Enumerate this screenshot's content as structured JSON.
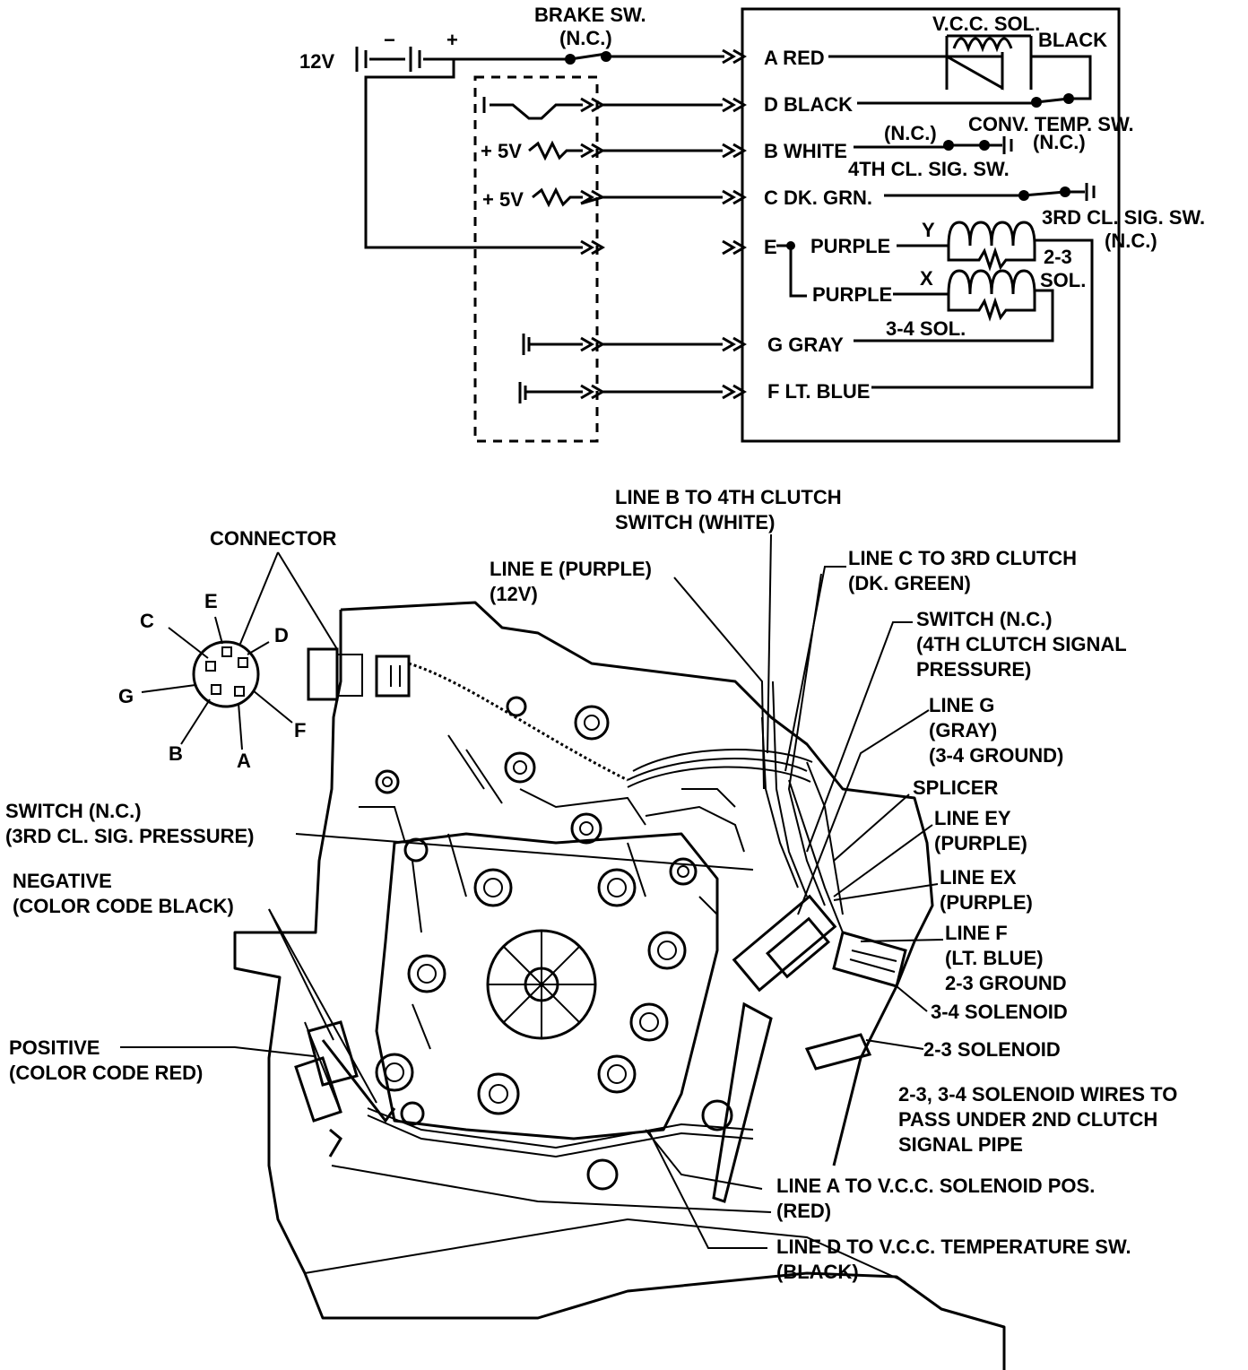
{
  "schematic": {
    "battery_label": "12V",
    "battery_neg": "−",
    "battery_pos": "+",
    "brake_switch": "BRAKE SW.",
    "brake_switch_nc": "(N.C.)",
    "vcc_sol": "V.C.C. SOL.",
    "vcc_black": "BLACK",
    "terminal_a": "A RED",
    "terminal_d": "D BLACK",
    "terminal_b": "B WHITE",
    "terminal_c": "C DK. GRN.",
    "terminal_e": "E",
    "purple_y": "PURPLE",
    "purple_x": "PURPLE",
    "terminal_g": "G GRAY",
    "terminal_f": "F LT. BLUE",
    "plus5v_1": "+ 5V",
    "plus5v_2": "+ 5V",
    "nc_b": "(N.C.)",
    "conv_temp_sw": "CONV. TEMP. SW.",
    "conv_temp_nc": "(N.C.)",
    "fourth_cl_sig_sw": "4TH CL. SIG. SW.",
    "third_cl_sig_sw": "3RD CL. SIG. SW.",
    "third_cl_nc": "(N.C.)",
    "y_label": "Y",
    "x_label": "X",
    "sol_23_a": "2-3",
    "sol_23_b": "SOL.",
    "sol_34": "3-4 SOL."
  },
  "connector": {
    "title": "CONNECTOR",
    "pin_c": "C",
    "pin_e": "E",
    "pin_d": "D",
    "pin_g": "G",
    "pin_f": "F",
    "pin_b": "B",
    "pin_a": "A"
  },
  "callouts": {
    "line_b_1": "LINE B TO 4TH CLUTCH",
    "line_b_2": "SWITCH (WHITE)",
    "line_e_1": "LINE E (PURPLE)",
    "line_e_2": "(12V)",
    "line_c_1": "LINE C TO 3RD CLUTCH",
    "line_c_2": "(DK. GREEN)",
    "sw4_1": "SWITCH (N.C.)",
    "sw4_2": "(4TH CLUTCH SIGNAL",
    "sw4_3": "PRESSURE)",
    "line_g_1": "LINE G",
    "line_g_2": "(GRAY)",
    "line_g_3": "(3-4 GROUND)",
    "splicer": "SPLICER",
    "line_ey_1": "LINE EY",
    "line_ey_2": "(PURPLE)",
    "line_ex_1": "LINE EX",
    "line_ex_2": "(PURPLE)",
    "line_f_1": "LINE F",
    "line_f_2": "(LT. BLUE)",
    "line_f_3": "2-3 GROUND",
    "sol_34": "3-4 SOLENOID",
    "sol_23": "2-3 SOLENOID",
    "wires_1": "2-3, 3-4 SOLENOID WIRES TO",
    "wires_2": "PASS UNDER 2ND CLUTCH",
    "wires_3": "SIGNAL PIPE",
    "line_a_1": "LINE A TO V.C.C. SOLENOID POS.",
    "line_a_2": "(RED)",
    "line_d_1": "LINE D TO V.C.C. TEMPERATURE SW.",
    "line_d_2": "(BLACK)",
    "sw3_1": "SWITCH (N.C.)",
    "sw3_2": "(3RD CL. SIG. PRESSURE)",
    "neg_1": "NEGATIVE",
    "neg_2": "(COLOR CODE BLACK)",
    "pos_1": "POSITIVE",
    "pos_2": "(COLOR CODE RED)"
  }
}
